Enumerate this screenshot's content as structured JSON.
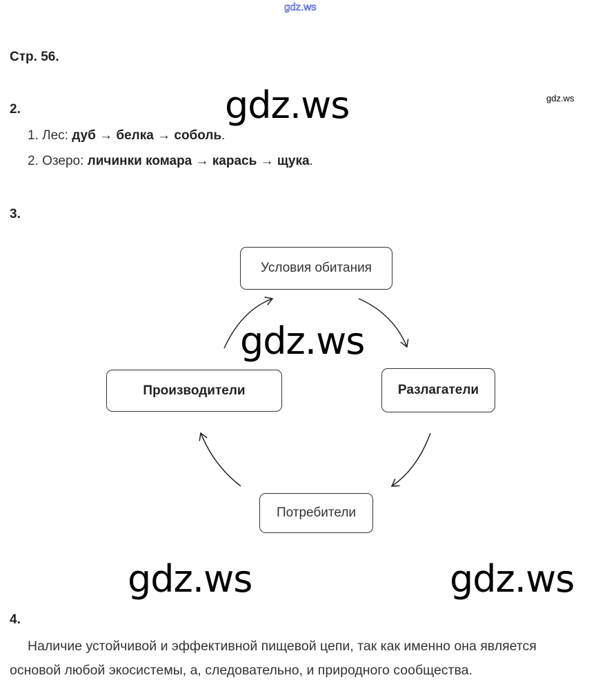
{
  "watermarks": {
    "top": "gdz.ws",
    "small": "gdz.ws",
    "big1": "gdz.ws",
    "big2": "gdz.ws",
    "big3": "gdz.ws",
    "big4": "gdz.ws"
  },
  "page_heading": "Стр. 56.",
  "task2": {
    "number": "2.",
    "items": [
      {
        "prefix": "1. Лес: ",
        "chain": "дуб → белка → соболь",
        "end": "."
      },
      {
        "prefix": "2. Озеро: ",
        "chain": "личинки комара → карась → щука",
        "end": "."
      }
    ]
  },
  "task3": {
    "number": "3.",
    "diagram": {
      "top": "Условия обитания",
      "left": "Производители",
      "right": "Разлагатели",
      "bottom": "Потребители"
    }
  },
  "task4": {
    "number": "4.",
    "text_line1": "Наличие устойчивой и эффективной пищевой цепи, так как именно она является",
    "text_line2": "основой любой экосистемы, а, следовательно, и природного сообщества."
  }
}
